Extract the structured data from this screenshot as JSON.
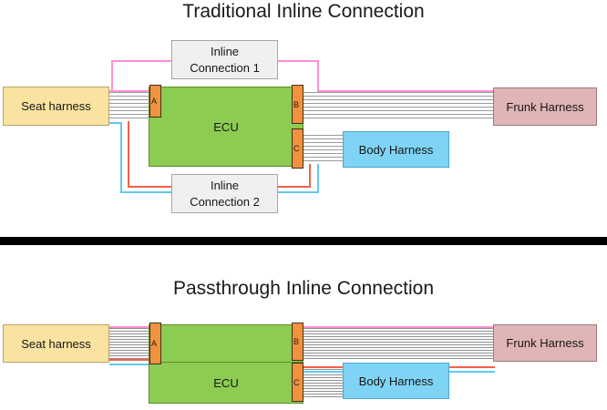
{
  "page": {
    "background": "#ffffff",
    "divider_color": "#000000"
  },
  "colors": {
    "ecu_green": "#8DCC52",
    "seat_yellow": "#FAE3A0",
    "frunk_pink": "#E0B5B5",
    "body_blue": "#7FD4F5",
    "connector_orange": "#F0923E",
    "inline_grey": "#F0F0F0",
    "wire_pink": "#FF8FD4",
    "wire_red": "#F4604E",
    "wire_blue": "#5FC8F0",
    "wire_bundle_grey": "#9A9A9A"
  },
  "diagrams": [
    {
      "id": "traditional",
      "title": "Traditional Inline Connection",
      "blocks": {
        "seat_harness": "Seat harness",
        "ecu": "ECU",
        "frunk_harness": "Frunk Harness",
        "body_harness": "Body Harness",
        "inline_1_line1": "Inline",
        "inline_1_line2": "Connection 1",
        "inline_2_line1": "Inline",
        "inline_2_line2": "Connection 2"
      },
      "connectors": {
        "a": "A",
        "b": "B",
        "c": "C"
      }
    },
    {
      "id": "passthrough",
      "title": "Passthrough Inline Connection",
      "blocks": {
        "seat_harness": "Seat harness",
        "ecu": "ECU",
        "frunk_harness": "Frunk Harness",
        "body_harness": "Body Harness"
      },
      "connectors": {
        "a": "A",
        "b": "B",
        "c": "C"
      }
    }
  ]
}
